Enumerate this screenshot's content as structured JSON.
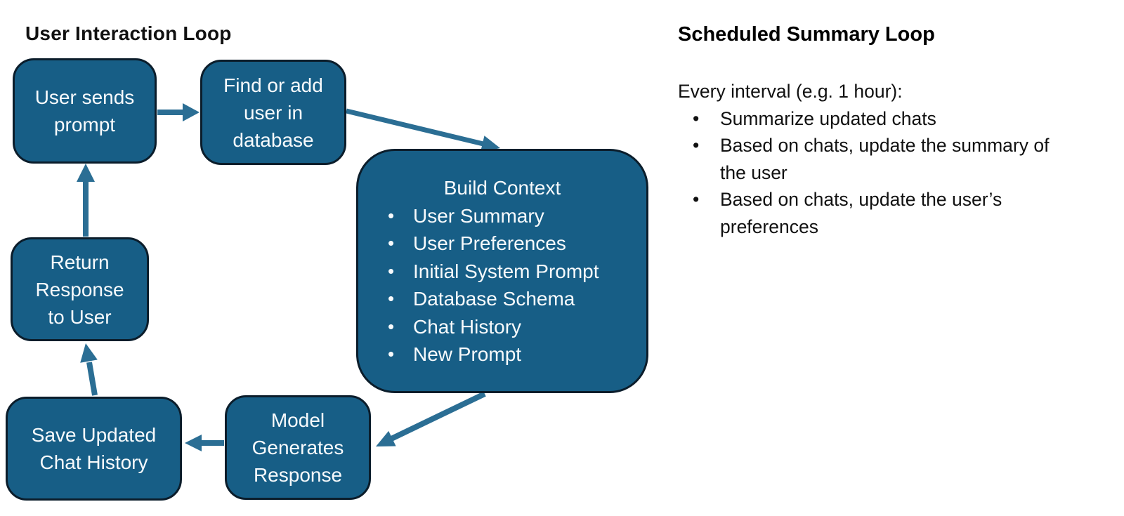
{
  "colors": {
    "bg": "#ffffff",
    "node-fill": "#175E86",
    "node-border": "#0B1D2B",
    "node-text": "#F7FAFC",
    "arrow": "#2B6E94",
    "ink": "#111111"
  },
  "left": {
    "title": "User Interaction Loop",
    "nodes": {
      "user_sends_prompt": {
        "label": "User sends\nprompt"
      },
      "find_or_add_user": {
        "label": "Find or add\nuser in\ndatabase"
      },
      "build_context": {
        "title": "Build Context",
        "items": [
          "User Summary",
          "User Preferences",
          "Initial System Prompt",
          "Database Schema",
          "Chat History",
          "New Prompt"
        ]
      },
      "model_generates_response": {
        "label": "Model\nGenerates\nResponse"
      },
      "save_updated_chat_history": {
        "label": "Save Updated\nChat History"
      },
      "return_response_to_user": {
        "label": "Return\nResponse\nto User"
      }
    },
    "arrows": [
      {
        "from": "user_sends_prompt",
        "to": "find_or_add_user"
      },
      {
        "from": "find_or_add_user",
        "to": "build_context"
      },
      {
        "from": "build_context",
        "to": "model_generates_response"
      },
      {
        "from": "model_generates_response",
        "to": "save_updated_chat_history"
      },
      {
        "from": "save_updated_chat_history",
        "to": "return_response_to_user"
      },
      {
        "from": "return_response_to_user",
        "to": "user_sends_prompt"
      }
    ]
  },
  "right": {
    "title": "Scheduled Summary Loop",
    "intro": "Every interval (e.g. 1 hour):",
    "bullets": [
      "Summarize updated chats",
      "Based on chats, update the summary of the user",
      "Based on chats, update the user’s preferences"
    ]
  }
}
